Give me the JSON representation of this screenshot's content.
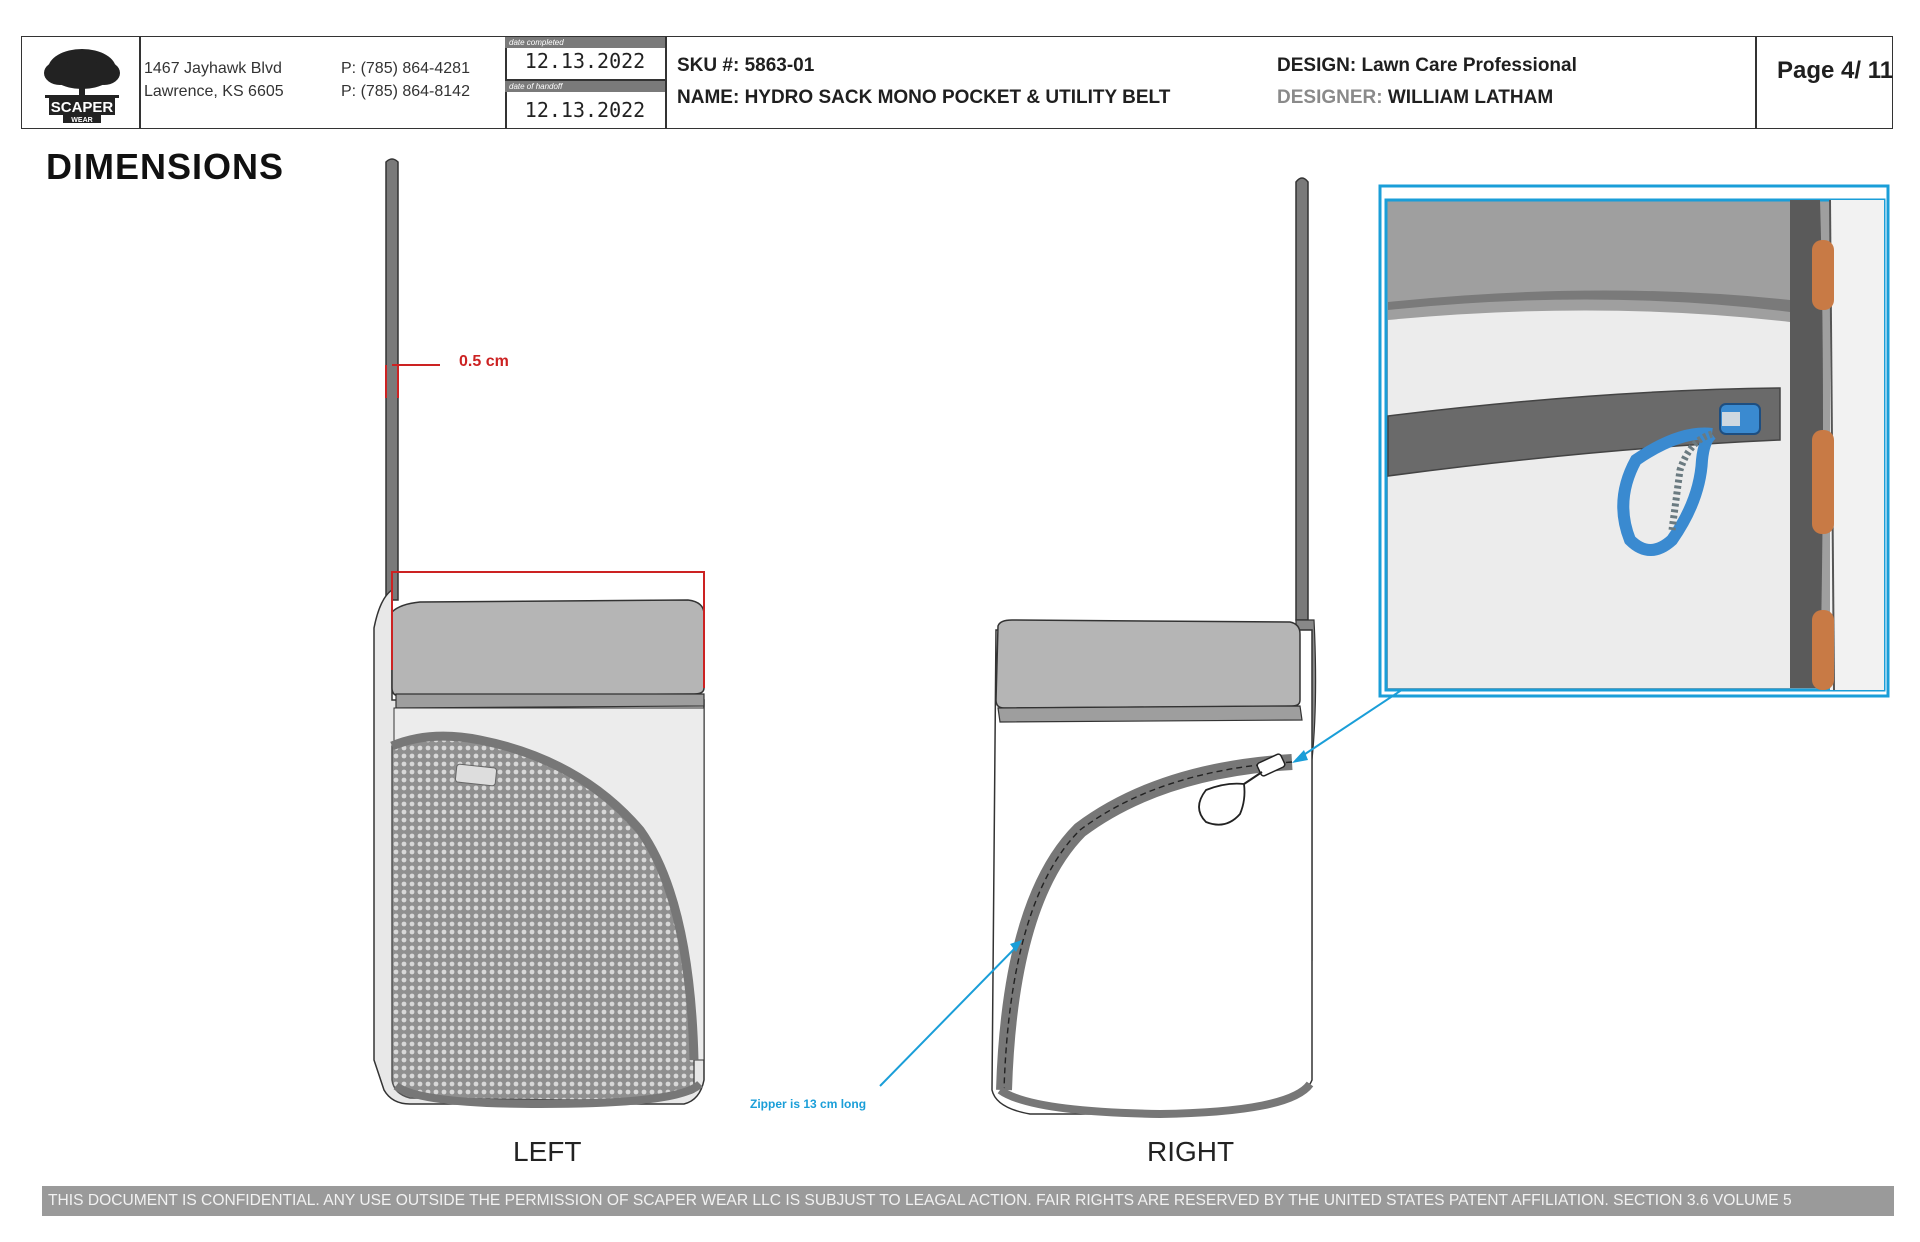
{
  "header": {
    "logo": {
      "text_top": "SCAPER",
      "text_bottom": "WEAR"
    },
    "address": {
      "line1": "1467 Jayhawk Blvd",
      "line2": "Lawrence, KS 6605"
    },
    "phones": {
      "line1": "P: (785) 864-4281",
      "line2": "P: (785) 864-8142"
    },
    "date_completed": {
      "caption": "date completed",
      "value": "12.13.2022"
    },
    "date_handoff": {
      "caption": "date of handoff",
      "value": "12.13.2022"
    },
    "sku": {
      "label": "SKU #:",
      "value": "5863-01"
    },
    "name": {
      "label": "NAME:",
      "value": "HYDRO SACK MONO POCKET & UTILITY BELT"
    },
    "design": {
      "label": "DESIGN:",
      "value": "Lawn Care Professional"
    },
    "designer": {
      "label": "DESIGNER:",
      "value": "WILLIAM LATHAM"
    },
    "page": {
      "label": "Page",
      "value": "4/ 11"
    }
  },
  "section_title": "DIMENSIONS",
  "annotations": {
    "belt_width": "0.5 cm",
    "zipper": "Zipper is 13 cm long"
  },
  "views": {
    "left": "LEFT",
    "right": "RIGHT"
  },
  "colors": {
    "annotation_red": "#cc2222",
    "annotation_blue": "#1a9ed8",
    "belt_gray": "#777777",
    "zipper_orange": "#c87a45"
  },
  "footer": "THIS DOCUMENT IS CONFIDENTIAL. ANY USE OUTSIDE THE PERMISSION OF SCAPER WEAR LLC IS SUBJUST TO LEAGAL ACTION.  FAIR RIGHTS ARE RESERVED BY THE UNITED STATES PATENT AFFILIATION. SECTION 3.6 VOLUME 5"
}
